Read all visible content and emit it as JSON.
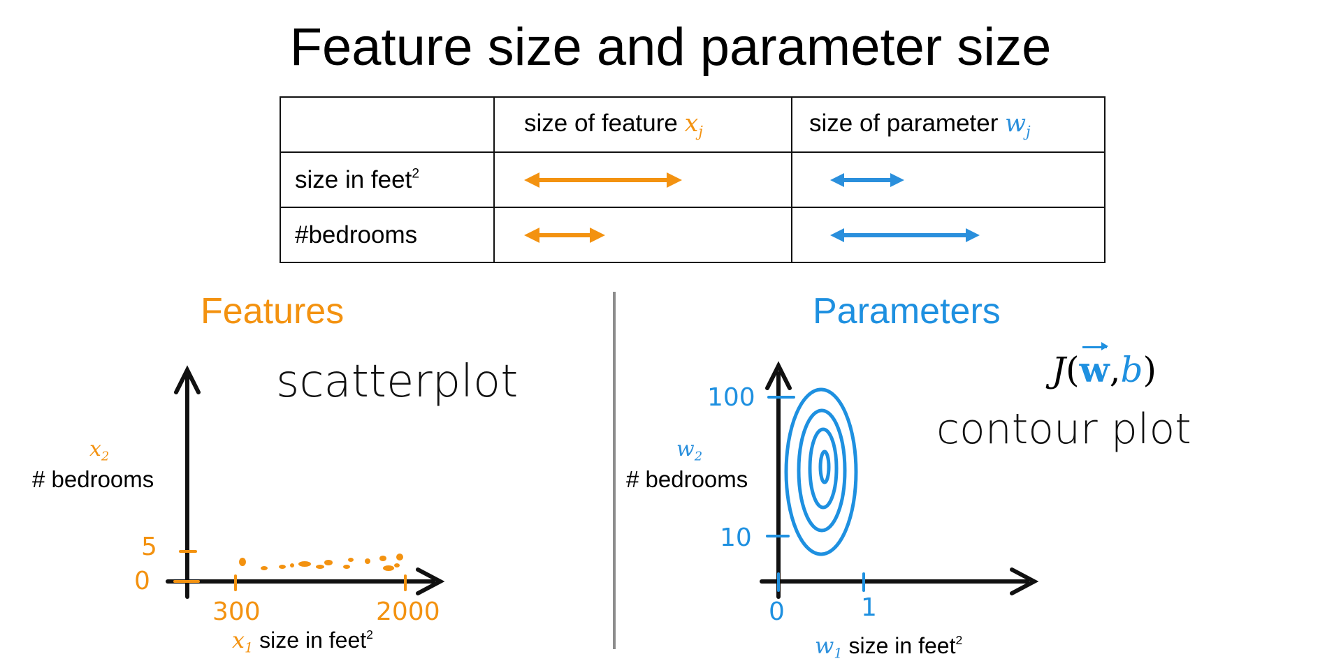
{
  "title": "Feature size and parameter size",
  "table": {
    "header": {
      "feature_prefix": "size of feature ",
      "feature_var": "x",
      "feature_sub": "j",
      "param_prefix": "size of parameter ",
      "param_var": "w",
      "param_sub": "j"
    },
    "rows": [
      {
        "label_main": "size in feet",
        "label_sup": "2",
        "feature_arrow": "long",
        "param_arrow": "short"
      },
      {
        "label": "#bedrooms",
        "feature_arrow": "short",
        "param_arrow": "long"
      }
    ]
  },
  "colors": {
    "feature": "#f39210",
    "parameter": "#2a8fdc",
    "axes": "#111111",
    "divider": "#8c8c8c"
  },
  "features_panel": {
    "heading": "Features",
    "note": "scatterplot",
    "y_var": "x",
    "y_var_sub": "2",
    "y_label": "# bedrooms",
    "y_ticks": [
      "5",
      "0"
    ],
    "x_ticks": [
      "300",
      "2000"
    ],
    "x_var": "x",
    "x_var_sub": "1",
    "x_label_main": "size in feet",
    "x_label_sup": "2"
  },
  "parameters_panel": {
    "heading": "Parameters",
    "function_name": "J",
    "function_w": "w",
    "function_b": "b",
    "note": "contour plot",
    "y_var": "w",
    "y_var_sub": "2",
    "y_label": "# bedrooms",
    "y_ticks": [
      "100",
      "10"
    ],
    "x_ticks": [
      "0",
      "1"
    ],
    "x_var": "w",
    "x_var_sub": "1",
    "x_label_main": "size in feet",
    "x_label_sup": "2"
  }
}
